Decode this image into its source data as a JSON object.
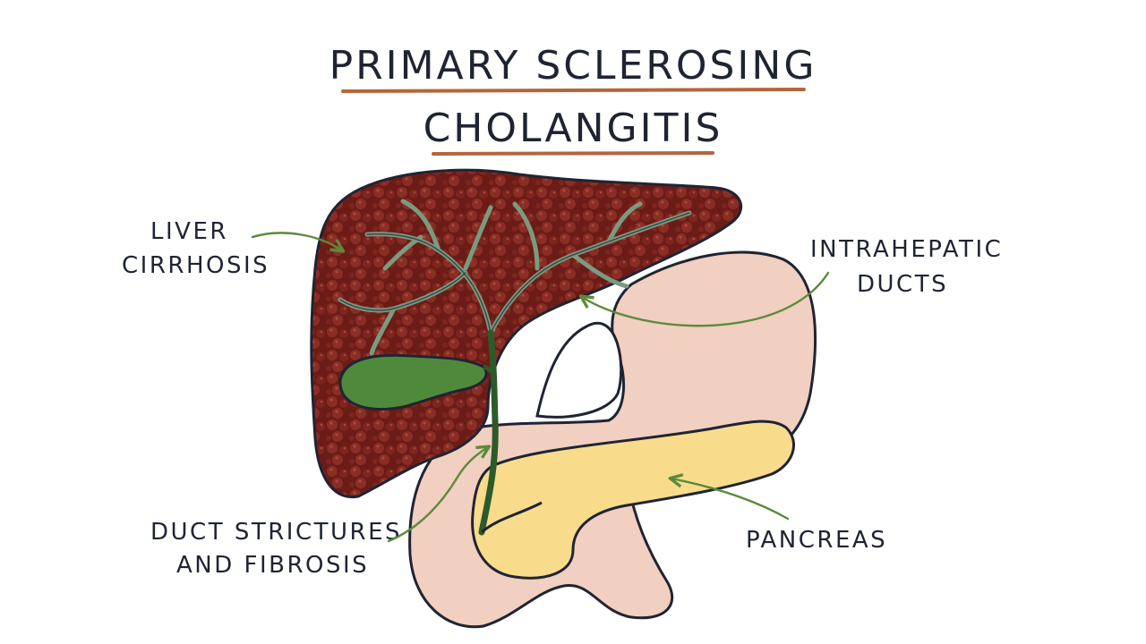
{
  "title": {
    "line1": "PRIMARY SCLEROSING",
    "line2": "CHOLANGITIS"
  },
  "labels": {
    "liver_line1": "LIVER",
    "liver_line2": "CIRRHOSIS",
    "intra_line1": "INTRAHEPATIC",
    "intra_line2": "DUCTS",
    "duct_line1": "DUCT STRICTURES",
    "duct_line2": "AND FIBROSIS",
    "pancreas": "PANCREAS"
  },
  "colors": {
    "ink": "#1f2433",
    "underline": "#b5653a",
    "liver": "#6b1c17",
    "liver_nodule": "#8a2e25",
    "duct": "#7a9b80",
    "gallbladder": "#4f8a3c",
    "stomach": "#f1cfc1",
    "pancreas": "#f8dc8c",
    "arrow": "#5c8a3a"
  }
}
